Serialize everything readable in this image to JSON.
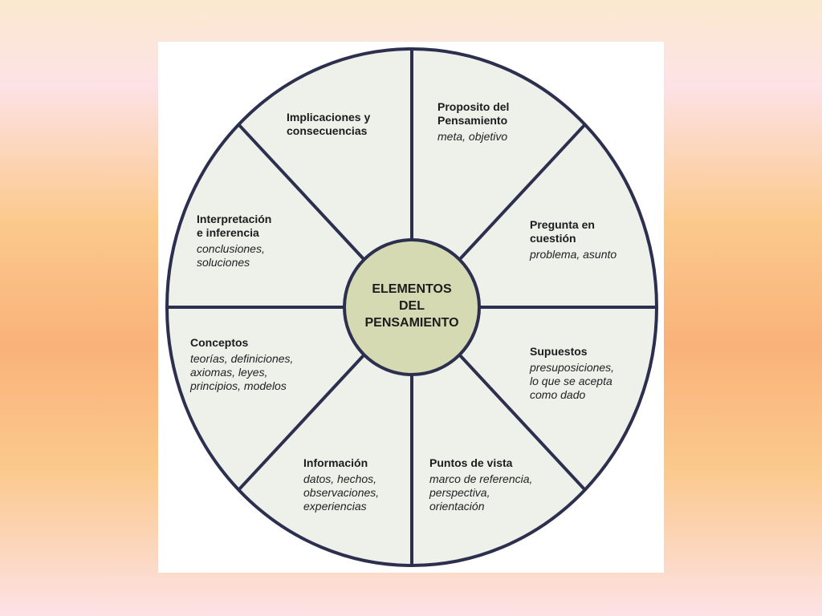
{
  "diagram": {
    "center": {
      "lines": [
        "ELEMENTOS",
        "DEL",
        "PENSAMIENTO"
      ]
    },
    "segments": [
      {
        "title_lines": [
          "Proposito del",
          "Pensamiento"
        ],
        "sub_lines": [
          "meta, objetivo"
        ]
      },
      {
        "title_lines": [
          "Pregunta en",
          "cuestión"
        ],
        "sub_lines": [
          "problema, asunto"
        ]
      },
      {
        "title_lines": [
          "Supuestos"
        ],
        "sub_lines": [
          "presuposiciones,",
          "lo que se acepta",
          "como dado"
        ]
      },
      {
        "title_lines": [
          "Puntos de vista"
        ],
        "sub_lines": [
          "marco de referencia,",
          "perspectiva,",
          "orientación"
        ]
      },
      {
        "title_lines": [
          "Información"
        ],
        "sub_lines": [
          "datos, hechos,",
          "observaciones,",
          "experiencias"
        ]
      },
      {
        "title_lines": [
          "Conceptos"
        ],
        "sub_lines": [
          "teorías, definiciones,",
          "axiomas, leyes,",
          "principios, modelos"
        ]
      },
      {
        "title_lines": [
          "Interpretación",
          "e inferencia"
        ],
        "sub_lines": [
          "conclusiones,",
          "soluciones"
        ]
      },
      {
        "title_lines": [
          "Implicaciones y",
          "consecuencias"
        ],
        "sub_lines": []
      }
    ]
  },
  "colors": {
    "wheel_fill": "#eef0ea",
    "hub_fill": "#d6dab3",
    "stroke": "#2c2f4e"
  }
}
